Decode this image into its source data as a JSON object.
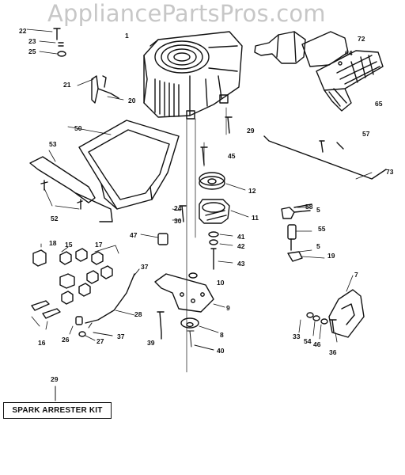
{
  "watermark": "AppliancePartsPros.com",
  "kit_label": "SPARK ARRESTER KIT",
  "callouts": [
    "22",
    "23",
    "25",
    "1",
    "21",
    "20",
    "50",
    "53",
    "52",
    "72",
    "64",
    "65",
    "29",
    "45",
    "12",
    "24",
    "30",
    "11",
    "57",
    "73",
    "58",
    "5",
    "55",
    "5",
    "19",
    "18",
    "15",
    "17",
    "47",
    "41",
    "42",
    "43",
    "37",
    "10",
    "9",
    "28",
    "37",
    "27",
    "26",
    "16",
    "39",
    "8",
    "40",
    "7",
    "33",
    "54",
    "46",
    "36",
    "29"
  ]
}
